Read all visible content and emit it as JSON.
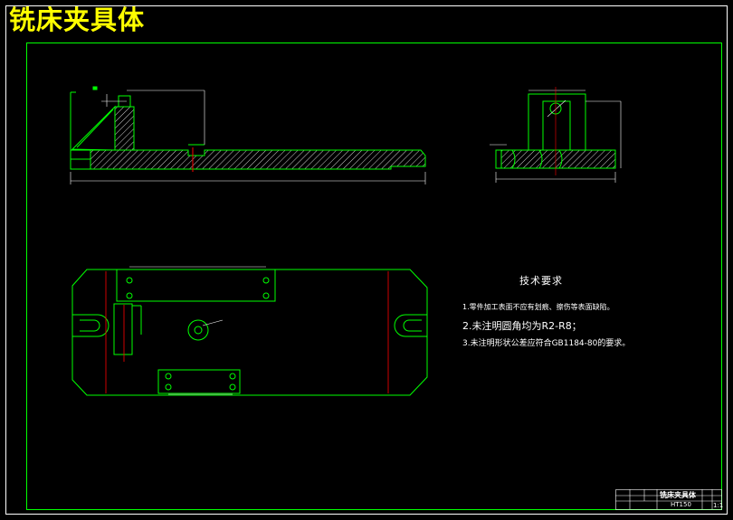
{
  "drawing": {
    "title": "铣床夹具体",
    "colors": {
      "background": "#000000",
      "frame": "#ffffff",
      "outline": "#00ff00",
      "hatch": "#ffffff",
      "center_line": "#ff0000",
      "dimension": "#ffffff",
      "title_text": "#ffff00"
    }
  },
  "tech_requirements": {
    "heading": "技术要求",
    "items": [
      "1.零件加工表面不应有划痕、擦伤等表面缺陷。",
      "2.未注明圆角均为R2-R8；",
      "3.未注明形状公差应符合GB1184-80的要求。"
    ]
  },
  "title_block": {
    "part_name": "铣床夹具体",
    "material": "HT150",
    "scale": "1:1"
  }
}
